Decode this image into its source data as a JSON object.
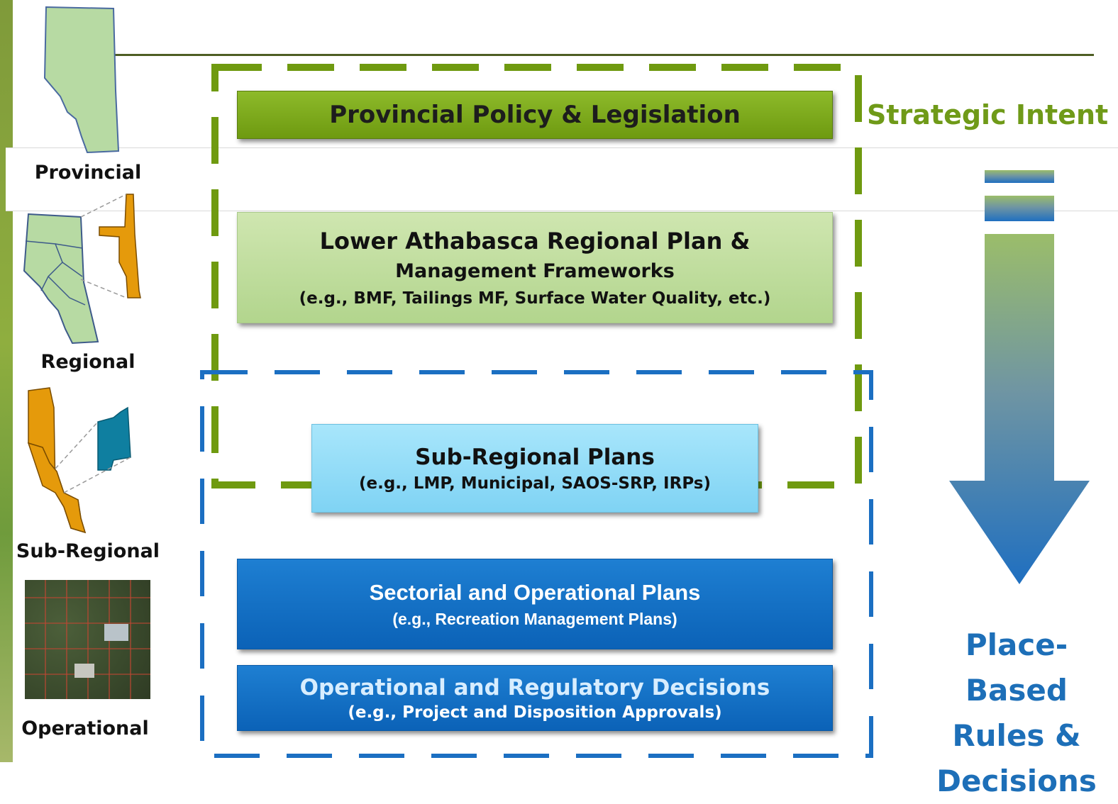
{
  "levels": {
    "provincial": "Provincial",
    "regional": "Regional",
    "subregional": "Sub-Regional",
    "operational": "Operational"
  },
  "boxes": {
    "provincial": {
      "title": "Provincial Policy & Legislation"
    },
    "regional": {
      "title": "Lower Athabasca Regional Plan &",
      "subtitle": "Management Frameworks",
      "examples": "(e.g., BMF, Tailings MF, Surface Water Quality, etc.)"
    },
    "subregional": {
      "title": "Sub-Regional Plans",
      "examples": "(e.g., LMP, Municipal, SAOS-SRP, IRPs)"
    },
    "sectorial": {
      "title": "Sectorial and Operational Plans",
      "examples": "(e.g., Recreation Management Plans)"
    },
    "operational": {
      "title": "Operational and Regulatory Decisions",
      "examples": "(e.g., Project and Disposition Approvals)"
    }
  },
  "axis": {
    "top_label": "Strategic Intent",
    "bottom_label_line1": "Place-Based",
    "bottom_label_line2": "Rules &",
    "bottom_label_line3": "Decisions"
  },
  "colors": {
    "green_dash": "#6f9a10",
    "blue_dash": "#1b6fc2",
    "strategic_text": "#6f9a18",
    "place_text": "#1d6fb8"
  }
}
